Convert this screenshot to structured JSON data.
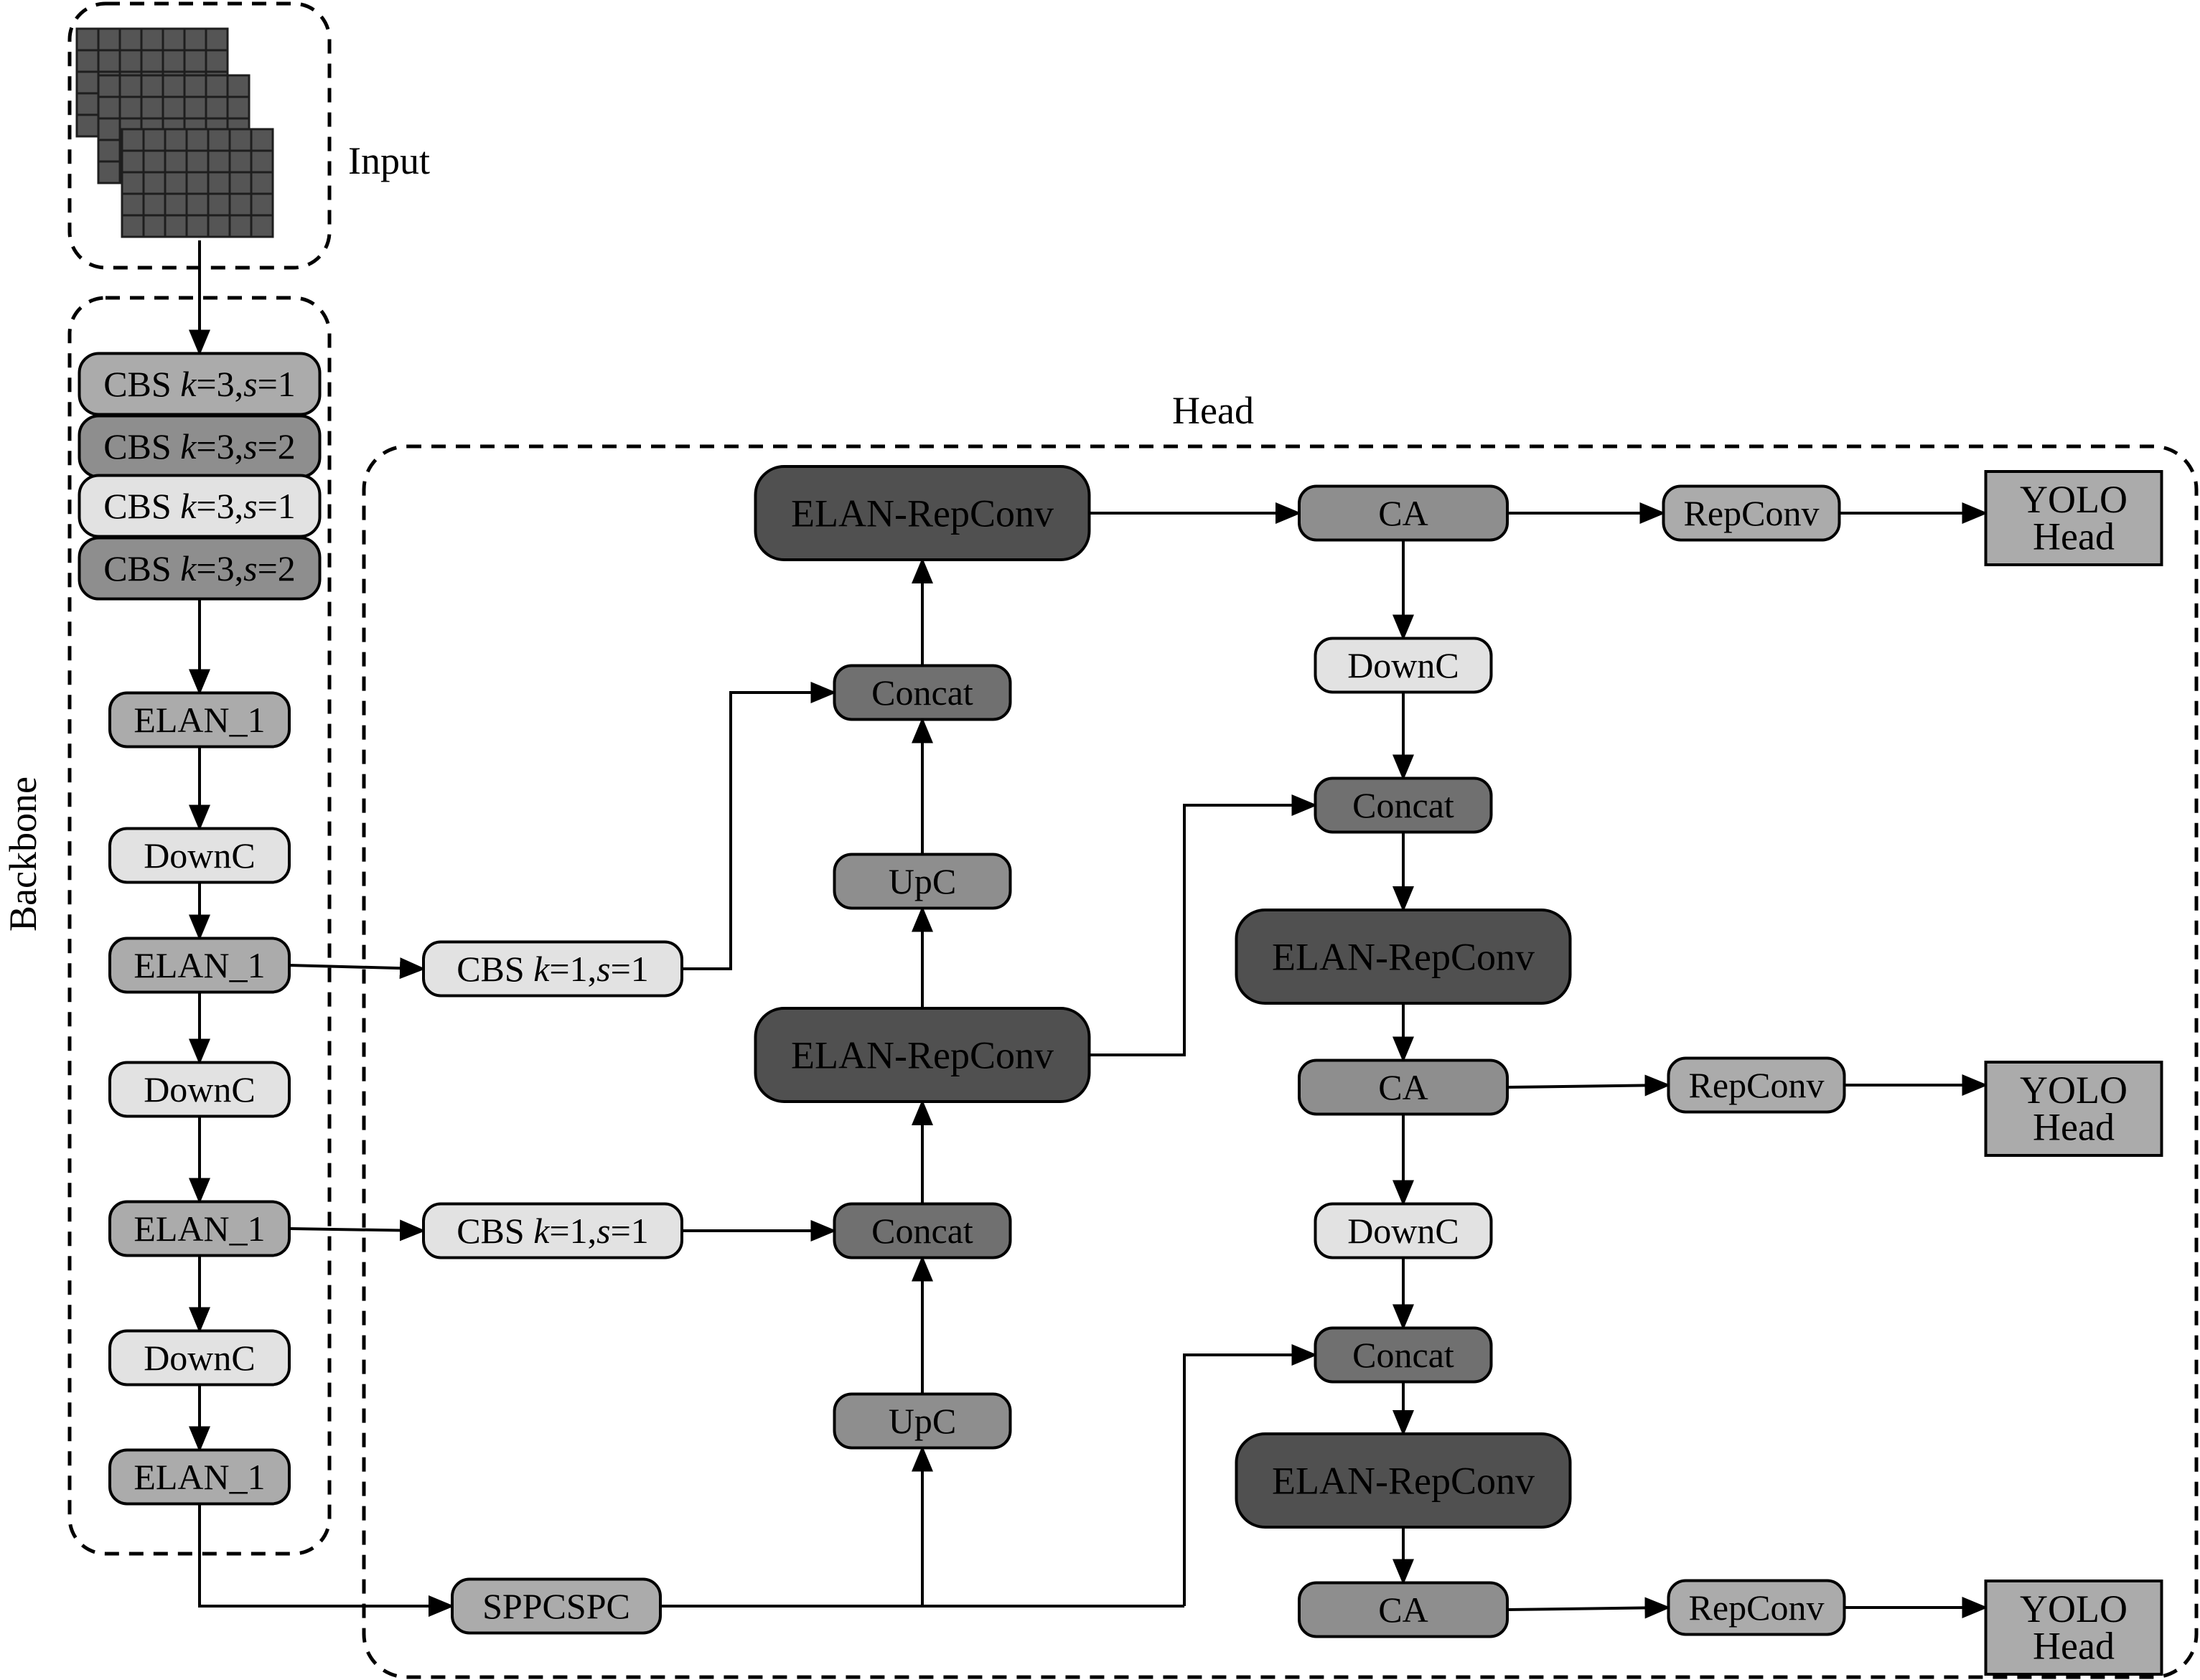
{
  "groups": {
    "input": "Input",
    "backbone": "Backbone",
    "head": "Head"
  },
  "nodes": {
    "bb_cbs1": {
      "pre": "CBS ",
      "k": "3",
      "s": "1"
    },
    "bb_cbs2": {
      "pre": "CBS ",
      "k": "3",
      "s": "2"
    },
    "bb_cbs3": {
      "pre": "CBS ",
      "k": "3",
      "s": "1"
    },
    "bb_cbs4": {
      "pre": "CBS ",
      "k": "3",
      "s": "2"
    },
    "bb_elan1": "ELAN_1",
    "bb_downc1": "DownC",
    "bb_elan2": "ELAN_1",
    "bb_downc2": "DownC",
    "bb_elan3": "ELAN_1",
    "bb_downc3": "DownC",
    "bb_elan4": "ELAN_1",
    "cbs_lat1": {
      "pre": "CBS ",
      "k": "1",
      "s": "1"
    },
    "cbs_lat2": {
      "pre": "CBS ",
      "k": "1",
      "s": "1"
    },
    "sppcspc": "SPPCSPC",
    "upc_bottom": "UpC",
    "concat_mid": "Concat",
    "elan_rep_mid": "ELAN-RepConv",
    "upc_top": "UpC",
    "concat_top": "Concat",
    "elan_rep_top": "ELAN-RepConv",
    "ca_top": "CA",
    "downc_r1": "DownC",
    "concat_r1": "Concat",
    "elan_rep_r1": "ELAN-RepConv",
    "ca_mid": "CA",
    "downc_r2": "DownC",
    "concat_r2": "Concat",
    "elan_rep_r2": "ELAN-RepConv",
    "ca_bot": "CA",
    "repconv1": "RepConv",
    "repconv2": "RepConv",
    "repconv3": "RepConv",
    "yolo1": [
      "YOLO",
      "Head"
    ],
    "yolo2": [
      "YOLO",
      "Head"
    ],
    "yolo3": [
      "YOLO",
      "Head"
    ]
  },
  "colors": {
    "light": "#e2e2e2",
    "mid": "#ababab",
    "grey": "#8e8e8e",
    "dark": "#707070",
    "darkest": "#505050",
    "input_block": "#555555"
  }
}
